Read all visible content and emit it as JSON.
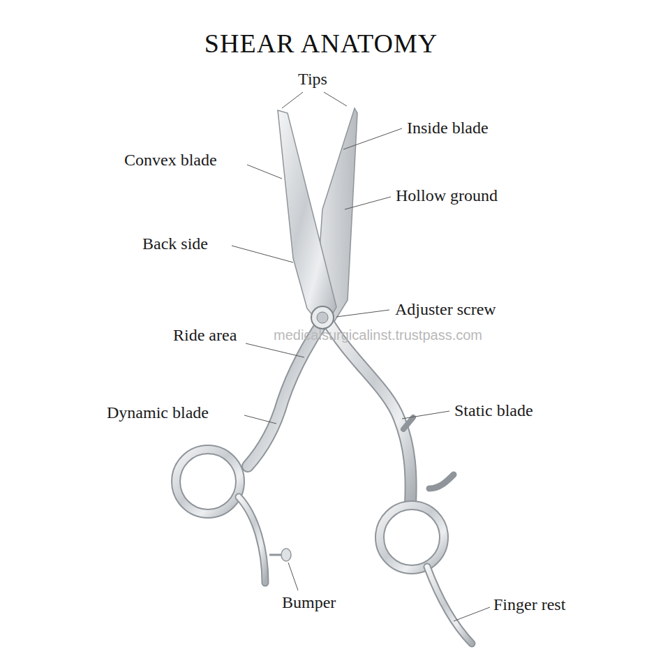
{
  "diagram": {
    "title": "SHEAR ANATOMY",
    "labels": [
      "Tips",
      "Inside blade",
      "Convex blade",
      "Hollow ground",
      "Back side",
      "Adjuster screw",
      "medicalsurgicalinst.trustpass.com",
      "Ride area",
      "Dynamic blade",
      "Static blade",
      "Bumper",
      "Finger rest"
    ]
  }
}
